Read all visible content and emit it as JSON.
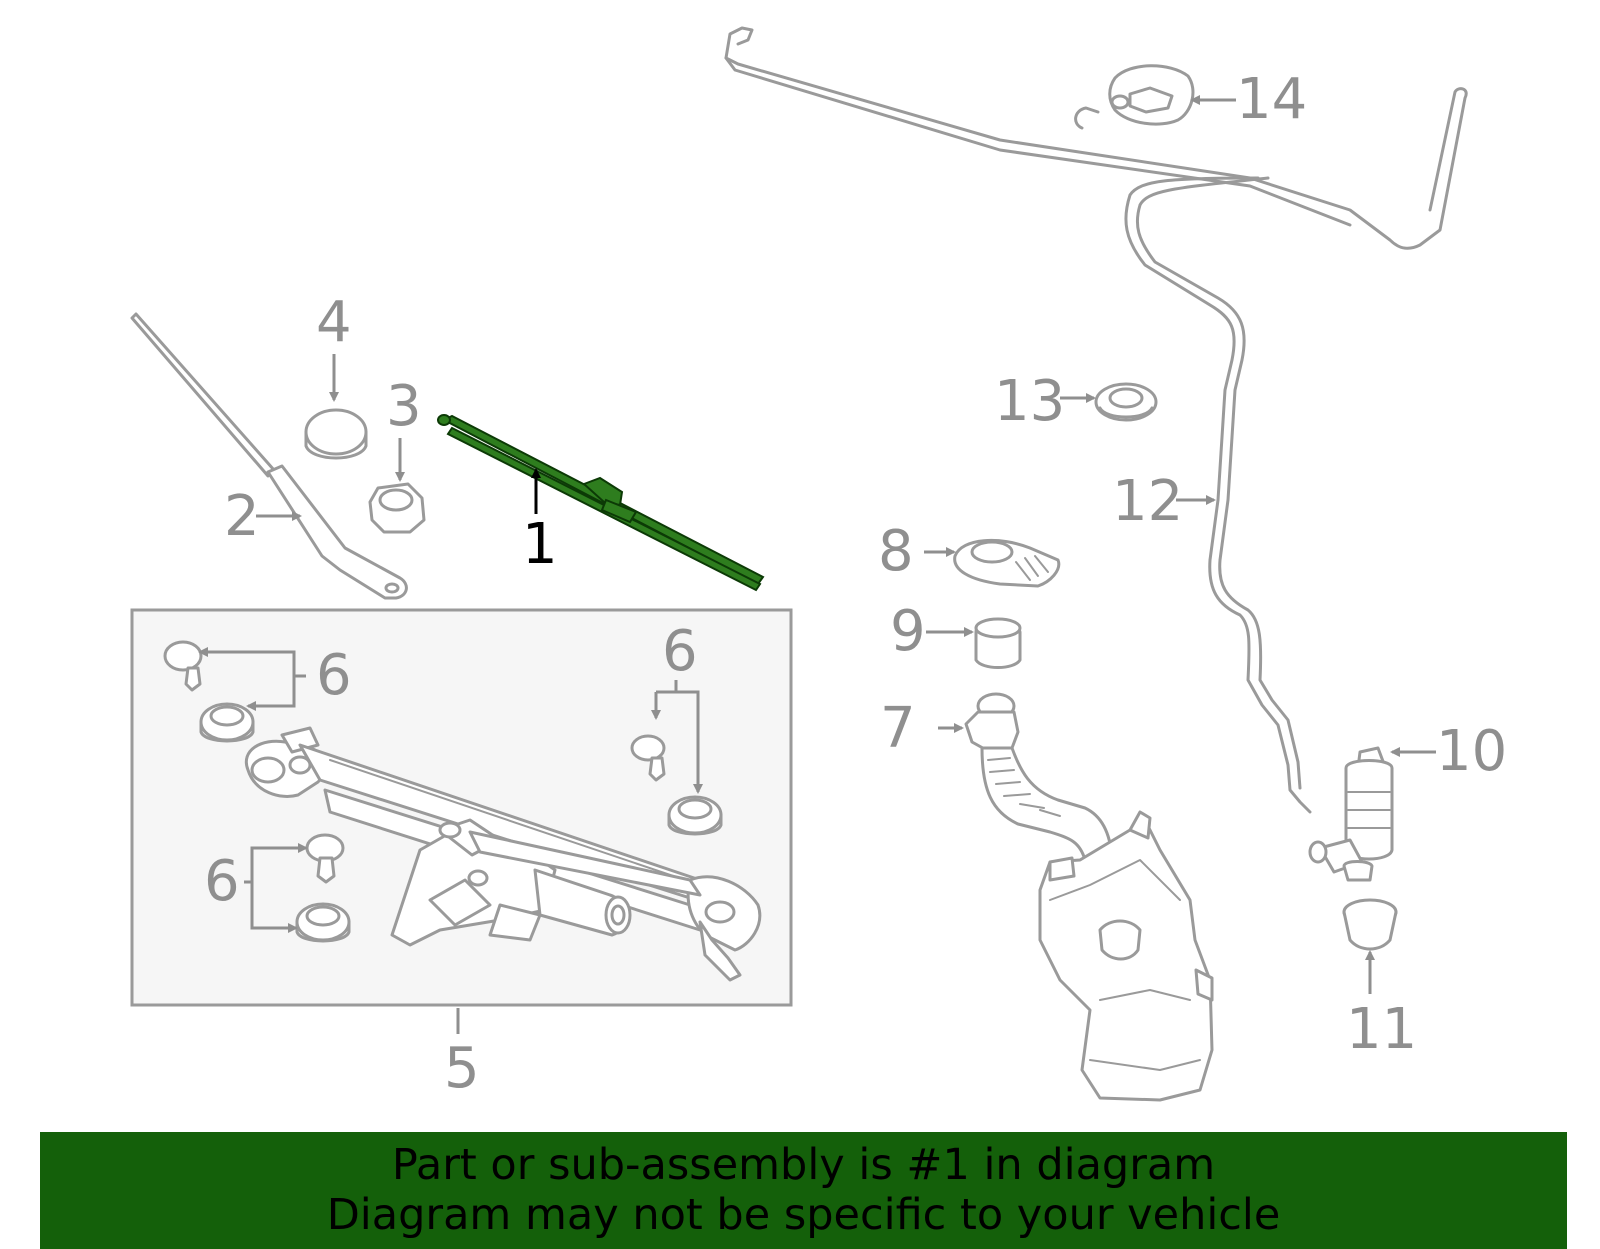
{
  "colors": {
    "highlight_part": "#2e7d1e",
    "banner_bg": "#14600a",
    "line_gray": "#9a9a9a",
    "label_gray": "#8f8f8f",
    "assembly_box_bg": "#f6f6f6"
  },
  "callouts": {
    "c1": "1",
    "c2": "2",
    "c3": "3",
    "c4": "4",
    "c5": "5",
    "c6a": "6",
    "c6b": "6",
    "c6c": "6",
    "c7": "7",
    "c8": "8",
    "c9": "9",
    "c10": "10",
    "c11": "11",
    "c12": "12",
    "c13": "13",
    "c14": "14"
  },
  "highlighted_callout": "1",
  "banner": {
    "line1": "Part or sub-assembly is #1 in diagram",
    "line2": "Diagram may not be specific to your vehicle"
  }
}
